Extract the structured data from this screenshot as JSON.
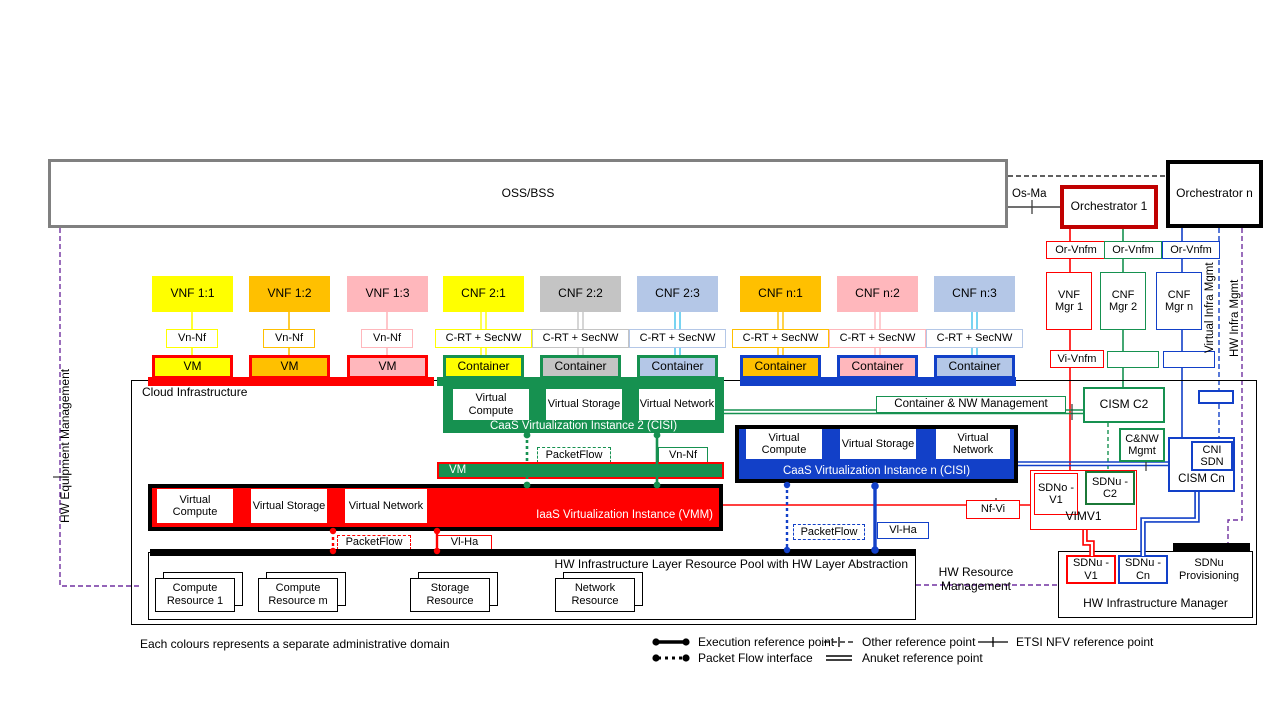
{
  "colors": {
    "yellow": "#FFFF00",
    "orange": "#FFC000",
    "pink": "#FFB7BC",
    "gray": "#C4C4C4",
    "light_blue": "#B4C7E7",
    "cyan": "#3EC1EC",
    "red": "#FF0000",
    "dark_red": "#C00000",
    "green": "#169150",
    "dark_green": "#1B7837",
    "blue": "#1240C8",
    "purple": "#7030A0",
    "oss_border_gray": "#808080",
    "black": "#000000"
  },
  "top": {
    "oss_bss": "OSS/BSS",
    "os_ma": "Os-Ma",
    "orchestrator_1": "Orchestrator 1",
    "orchestrator_n": "Orchestrator n"
  },
  "columns": [
    {
      "nf": "VNF 1:1",
      "ref": "Vn-Nf",
      "runtime": "VM"
    },
    {
      "nf": "VNF 1:2",
      "ref": "Vn-Nf",
      "runtime": "VM"
    },
    {
      "nf": "VNF 1:3",
      "ref": "Vn-Nf",
      "runtime": "VM"
    },
    {
      "nf": "CNF 2:1",
      "ref": "C-RT + SecNW",
      "runtime": "Container"
    },
    {
      "nf": "CNF 2:2",
      "ref": "C-RT + SecNW",
      "runtime": "Container"
    },
    {
      "nf": "CNF 2:3",
      "ref": "C-RT + SecNW",
      "runtime": "Container"
    },
    {
      "nf": "CNF n:1",
      "ref": "C-RT + SecNW",
      "runtime": "Container"
    },
    {
      "nf": "CNF n:2",
      "ref": "C-RT + SecNW",
      "runtime": "Container"
    },
    {
      "nf": "CNF n:3",
      "ref": "C-RT + SecNW",
      "runtime": "Container"
    }
  ],
  "managers": {
    "or_vnfm": "Or-Vnfm",
    "vnf_mgr_1": "VNF Mgr 1",
    "cnf_mgr_2": "CNF Mgr 2",
    "cnf_mgr_n": "CNF Mgr n",
    "vi_vnfm": "Vi-Vnfm"
  },
  "cloud": {
    "title": "Cloud Infrastructure",
    "caas2_title": "CaaS Virtualization Instance 2 (CISI)",
    "caasn_title": "CaaS Virtualization Instance n (CISI)",
    "vmm_title": "IaaS Virtualization Instance (VMM)",
    "vm_bar": "VM",
    "virtual_compute": "Virtual Compute",
    "virtual_storage": "Virtual Storage",
    "virtual_network": "Virtual Network",
    "packet_flow": "PacketFlow",
    "vn_nf": "Vn-Nf",
    "vl_ha": "Vl-Ha",
    "container_nw_mgmt": "Container & NW Management",
    "cism_c2": "CISM C2",
    "cnw_mgmt": "C&NW Mgmt",
    "cni_sdn": "CNI SDN",
    "cism_cn": "CISM Cn",
    "nf_vi": "Nf-Vi",
    "vim_title": "VIMV1",
    "sdno_v1": "SDNo -V1",
    "sdnu_c2": "SDNu -C2"
  },
  "hw": {
    "pool_title": "HW Infrastructure Layer Resource Pool with HW Layer Abstraction",
    "resources": [
      "Compute Resource 1",
      "Compute Resource m",
      "Storage Resource",
      "Network Resource"
    ],
    "resource_mgmt": "HW Resource Management",
    "manager_title": "HW Infrastructure Manager",
    "sdnu_v1": "SDNu -V1",
    "sdnu_cn": "SDNu -Cn",
    "sdnu_provisioning": "SDNu Provisioning"
  },
  "side_labels": {
    "hw_equipment": "HW Equipment Management",
    "virtual_infra": "Virtual Infra Mgmt",
    "hw_infra": "HW Infra Mgmt"
  },
  "footnote": "Each colours represents a separate administrative domain",
  "legend": {
    "execution": "Execution reference point",
    "packet_flow": "Packet Flow interface",
    "other": "Other reference point",
    "anuket": "Anuket reference point",
    "etsi": "ETSI NFV reference point"
  }
}
